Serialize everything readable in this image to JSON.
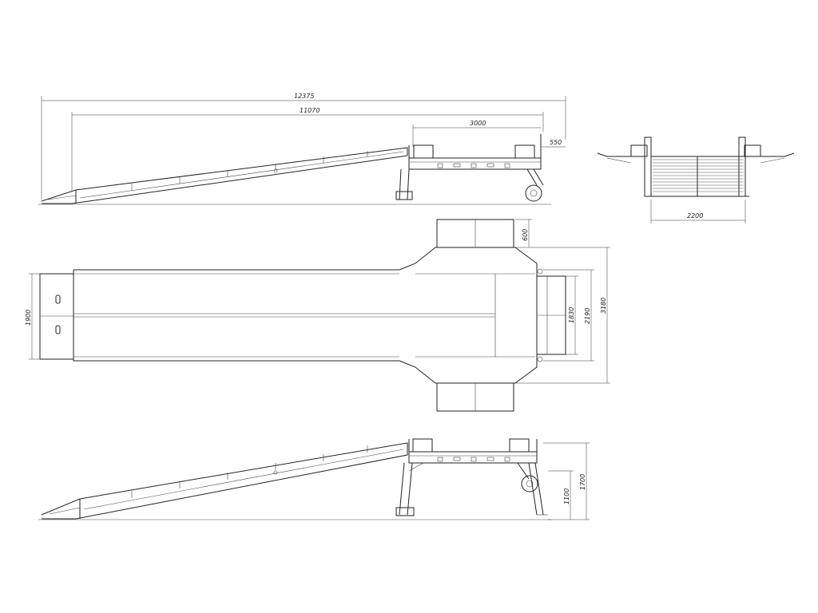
{
  "dimensions": {
    "overall_length": "12375",
    "ramp_length": "11070",
    "platform_length": "3000",
    "platform_overhang": "550",
    "front_width": "2200",
    "wing_length": "600",
    "ramp_width": "1900",
    "inner_width": "1830",
    "platform_width": "2190",
    "total_width": "3180",
    "low_height": "1100",
    "high_height": "1700"
  }
}
